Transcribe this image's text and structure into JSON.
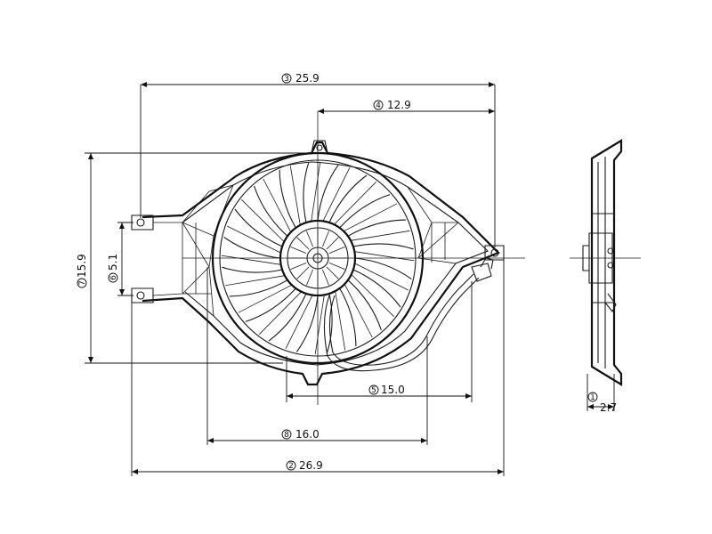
{
  "dimensions": {
    "d3": {
      "marker": "3",
      "value": "25.9"
    },
    "d4": {
      "marker": "4",
      "value": "12.9"
    },
    "d7": {
      "marker": "7",
      "value": "15.9"
    },
    "d6": {
      "marker": "6",
      "value": "5.1"
    },
    "d5": {
      "marker": "5",
      "value": "15.0"
    },
    "d8": {
      "marker": "8",
      "value": "16.0"
    },
    "d2": {
      "marker": "2",
      "value": "26.9"
    },
    "d1": {
      "marker": "1",
      "value": "2.7"
    }
  }
}
